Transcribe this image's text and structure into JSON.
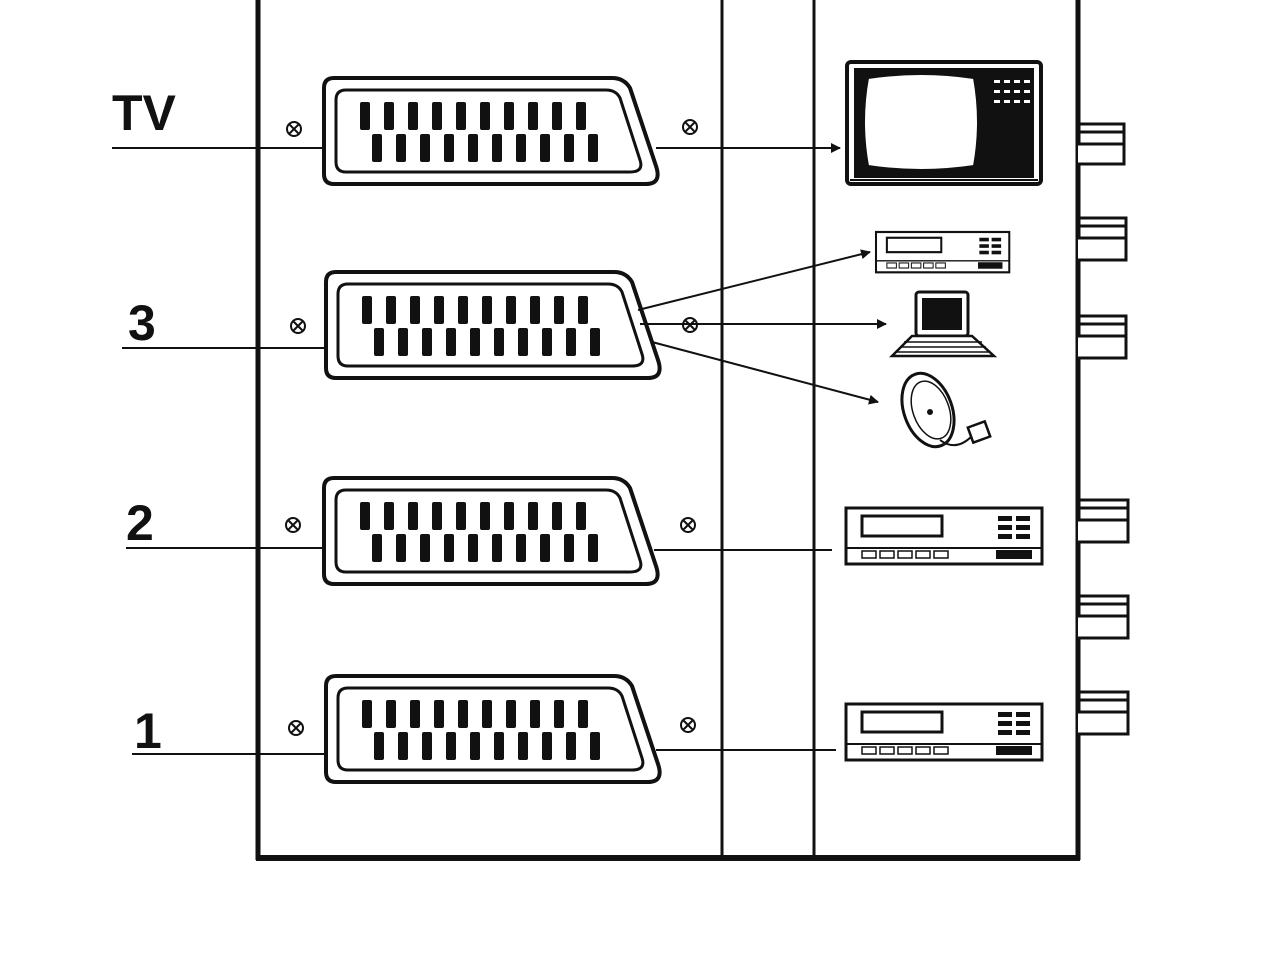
{
  "ports": [
    {
      "id": "tv",
      "label": "TV"
    },
    {
      "id": "port-3",
      "label": "3"
    },
    {
      "id": "port-2",
      "label": "2"
    },
    {
      "id": "port-1",
      "label": "1"
    }
  ],
  "devices": {
    "tv": "television-icon",
    "port-3": [
      "video-recorder-icon",
      "computer-icon",
      "satellite-dish-icon"
    ],
    "port-2": "video-recorder-icon",
    "port-1": "video-recorder-icon"
  },
  "colors": {
    "ink": "#111111",
    "background": "#ffffff"
  }
}
